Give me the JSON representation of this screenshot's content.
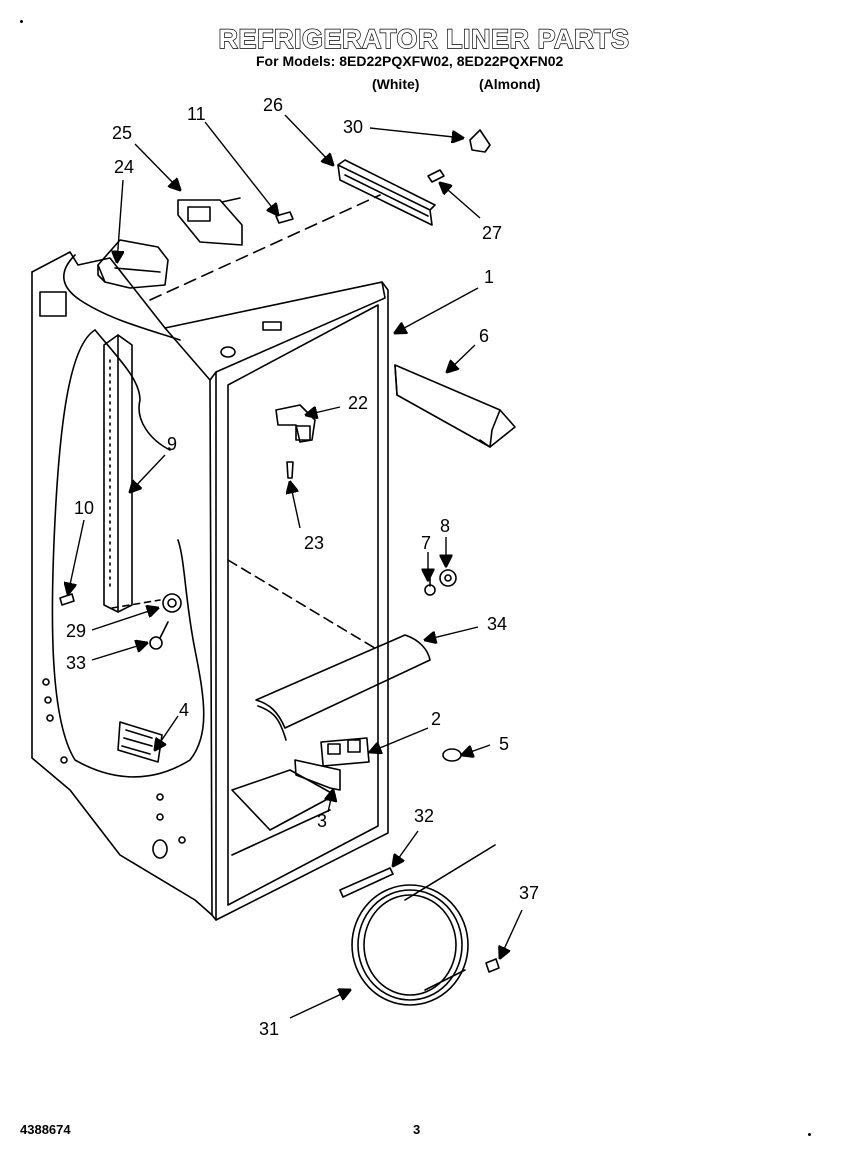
{
  "header": {
    "title": "REFRIGERATOR LINER PARTS",
    "models": "For Models: 8ED22PQXFW02, 8ED22PQXFN02",
    "variant_white": "(White)",
    "variant_almond": "(Almond)"
  },
  "callouts": {
    "c1": "1",
    "c2": "2",
    "c3": "3",
    "c4": "4",
    "c5": "5",
    "c6": "6",
    "c7": "7",
    "c8": "8",
    "c9": "9",
    "c10": "10",
    "c11": "11",
    "c22": "22",
    "c23": "23",
    "c24": "24",
    "c25": "25",
    "c26": "26",
    "c27": "27",
    "c29": "29",
    "c30": "30",
    "c31": "31",
    "c32": "32",
    "c33": "33",
    "c34": "34",
    "c37": "37"
  },
  "footer": {
    "doc_number": "4388674",
    "page": "3"
  }
}
